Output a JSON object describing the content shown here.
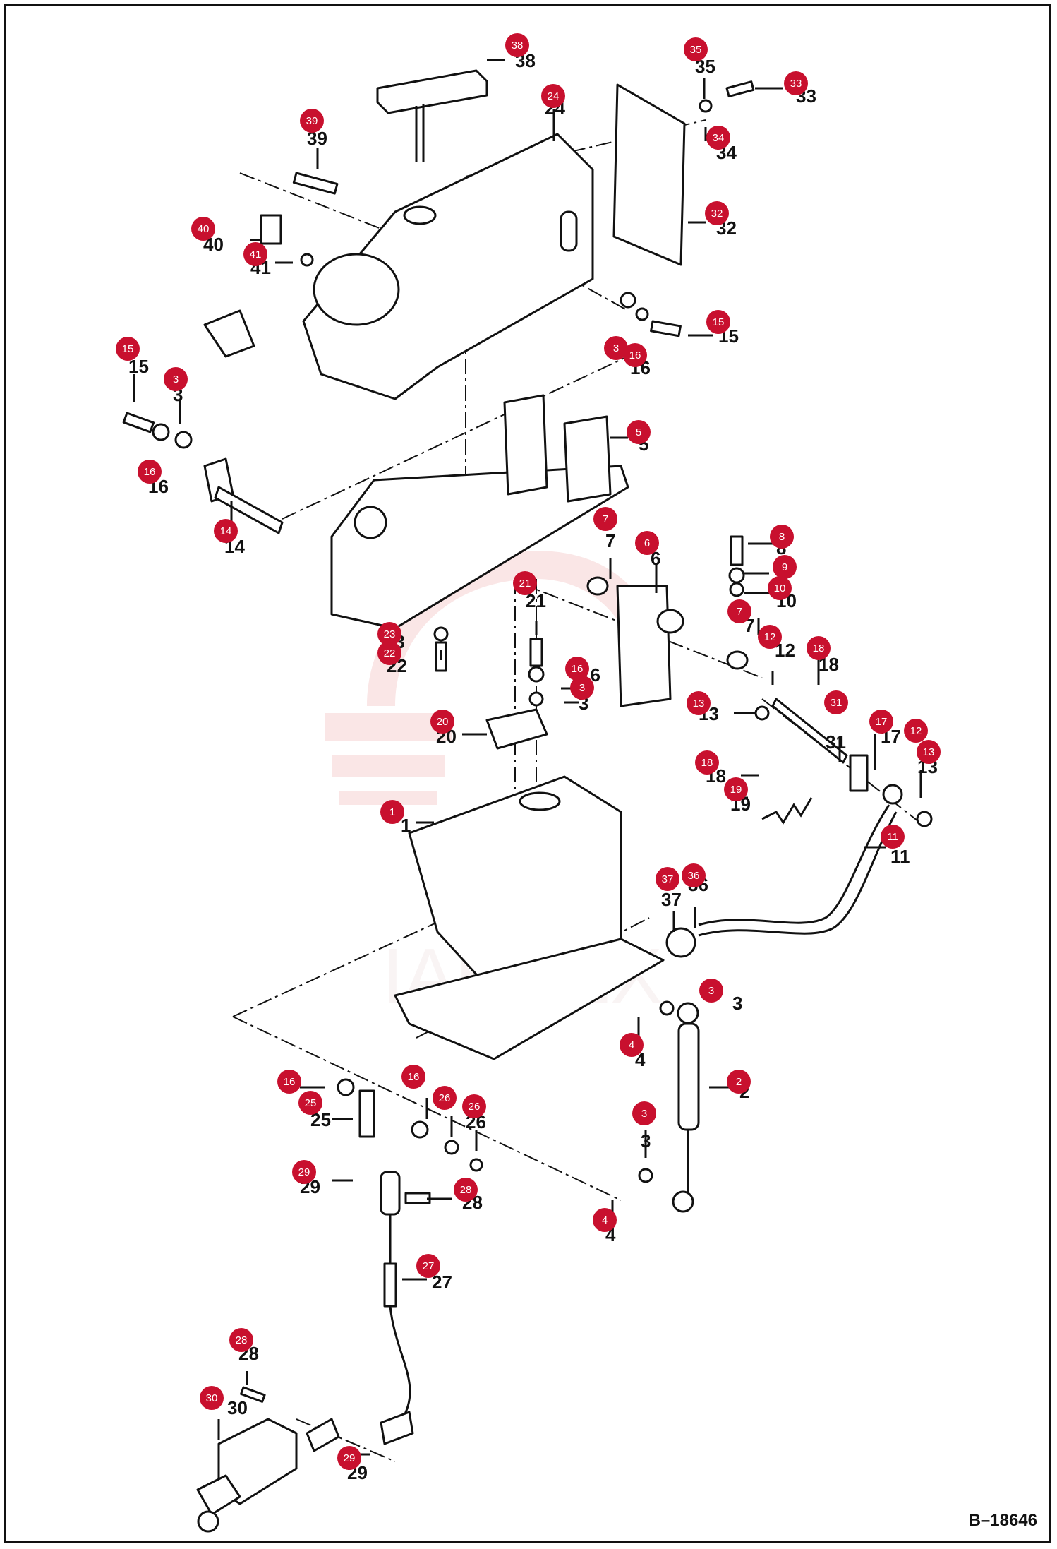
{
  "figure_id": "B–18646",
  "watermark_text": "IAHTEX",
  "colors": {
    "badge": "#c8102e",
    "badge_text": "#ffffff",
    "ink": "#111111",
    "watermark": "#f2b8b8"
  },
  "callouts": [
    {
      "label": "38",
      "ref": "38"
    },
    {
      "label": "24",
      "ref": "24"
    },
    {
      "label": "35",
      "ref": "35"
    },
    {
      "label": "33",
      "ref": "33"
    },
    {
      "label": "34",
      "ref": "34"
    },
    {
      "label": "39",
      "ref": "39"
    },
    {
      "label": "32",
      "ref": "32"
    },
    {
      "label": "40",
      "ref": "40"
    },
    {
      "label": "41",
      "ref": "41"
    },
    {
      "label": "15",
      "ref": "15"
    },
    {
      "label": "3",
      "ref": "3"
    },
    {
      "label": "16",
      "ref": "16"
    },
    {
      "label": "15",
      "ref": "15"
    },
    {
      "label": "3",
      "ref": "3"
    },
    {
      "label": "16",
      "ref": "16"
    },
    {
      "label": "5",
      "ref": "5"
    },
    {
      "label": "14",
      "ref": "14"
    },
    {
      "label": "7",
      "ref": "7"
    },
    {
      "label": "6",
      "ref": "6"
    },
    {
      "label": "8",
      "ref": "8"
    },
    {
      "label": "9",
      "ref": "9"
    },
    {
      "label": "10",
      "ref": "10"
    },
    {
      "label": "7",
      "ref": "7"
    },
    {
      "label": "21",
      "ref": "21"
    },
    {
      "label": "23",
      "ref": "23"
    },
    {
      "label": "22",
      "ref": "22"
    },
    {
      "label": "16",
      "ref": "16"
    },
    {
      "label": "3",
      "ref": "3"
    },
    {
      "label": "12",
      "ref": "12"
    },
    {
      "label": "18",
      "ref": "18"
    },
    {
      "label": "13",
      "ref": "13"
    },
    {
      "label": "31",
      "ref": "31"
    },
    {
      "label": "20",
      "ref": "20"
    },
    {
      "label": "17",
      "ref": "17"
    },
    {
      "label": "12",
      "ref": "12"
    },
    {
      "label": "13",
      "ref": "13"
    },
    {
      "label": "18",
      "ref": "18"
    },
    {
      "label": "19",
      "ref": "19"
    },
    {
      "label": "1",
      "ref": "1"
    },
    {
      "label": "11",
      "ref": "11"
    },
    {
      "label": "37",
      "ref": "37"
    },
    {
      "label": "36",
      "ref": "36"
    },
    {
      "label": "3",
      "ref": "3"
    },
    {
      "label": "4",
      "ref": "4"
    },
    {
      "label": "2",
      "ref": "2"
    },
    {
      "label": "16",
      "ref": "16"
    },
    {
      "label": "16",
      "ref": "16"
    },
    {
      "label": "25",
      "ref": "25"
    },
    {
      "label": "26",
      "ref": "26"
    },
    {
      "label": "26",
      "ref": "26"
    },
    {
      "label": "3",
      "ref": "3"
    },
    {
      "label": "29",
      "ref": "29"
    },
    {
      "label": "28",
      "ref": "28"
    },
    {
      "label": "4",
      "ref": "4"
    },
    {
      "label": "27",
      "ref": "27"
    },
    {
      "label": "28",
      "ref": "28"
    },
    {
      "label": "30",
      "ref": "30"
    },
    {
      "label": "29",
      "ref": "29"
    }
  ]
}
